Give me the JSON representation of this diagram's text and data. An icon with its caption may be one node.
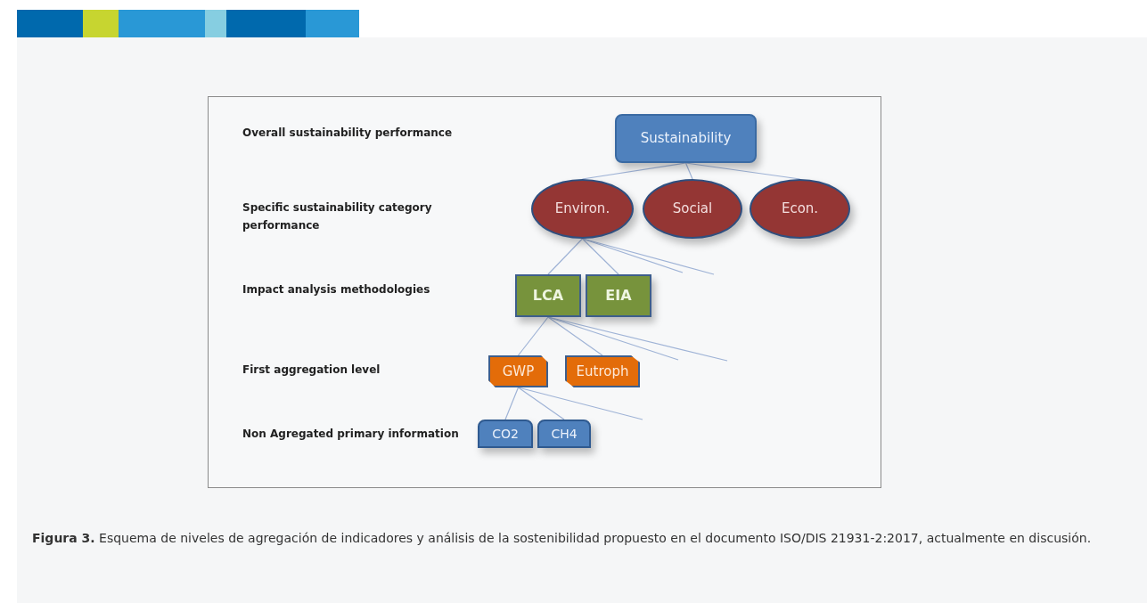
{
  "diagram": {
    "nodes": [
      {
        "text": [
          "Overall  sustainability performance",
          "Specific  sustainability category performance",
          "Impact analysis methodologies",
          "First aggregation level",
          "Non Agregated primary information"
        ]
      },
      {
        "text": [
          "Sustainability"
        ],
        "in": 0
      },
      {
        "text": [
          "Environ."
        ],
        "in": 0
      },
      {
        "text": [
          "Social"
        ],
        "in": 0
      },
      {
        "text": [
          "Econ."
        ],
        "in": 0
      },
      {
        "text": [
          "LCA"
        ],
        "in": 0
      },
      {
        "text": [
          "EIA"
        ],
        "in": 0
      },
      {
        "text": [
          "GWP"
        ],
        "in": 0
      },
      {
        "text": [
          "Eutroph"
        ],
        "in": 0
      },
      {
        "text": [
          "CO2"
        ],
        "in": 0
      },
      {
        "text": [
          "CH4"
        ],
        "in": 0
      }
    ],
    "edges": [
      {
        "from": 1,
        "to": 2,
        "arrow": "none"
      },
      {
        "from": 1,
        "to": 3,
        "arrow": "none"
      },
      {
        "from": 1,
        "to": 4,
        "arrow": "none"
      },
      {
        "from": 2,
        "to": 5,
        "arrow": "none"
      },
      {
        "from": 2,
        "to": 6,
        "arrow": "none"
      },
      {
        "from": 2,
        "to": null,
        "arrow": "none"
      },
      {
        "from": 2,
        "to": null,
        "arrow": "none"
      },
      {
        "from": 5,
        "to": 7,
        "arrow": "none"
      },
      {
        "from": 5,
        "to": 8,
        "arrow": "none"
      },
      {
        "from": 5,
        "to": null,
        "arrow": "none"
      },
      {
        "from": 5,
        "to": null,
        "arrow": "none"
      },
      {
        "from": 7,
        "to": 9,
        "arrow": "none"
      },
      {
        "from": 7,
        "to": 10,
        "arrow": "none"
      },
      {
        "from": 7,
        "to": null,
        "arrow": "none"
      }
    ],
    "caption": "**Figura 3.** Esquema de niveles de agregación de indicadores y análisis de la sostenibilidad propuesto en el documento ISO/DIS 21931-2:2017, actualmente en discusión."
  }
}
